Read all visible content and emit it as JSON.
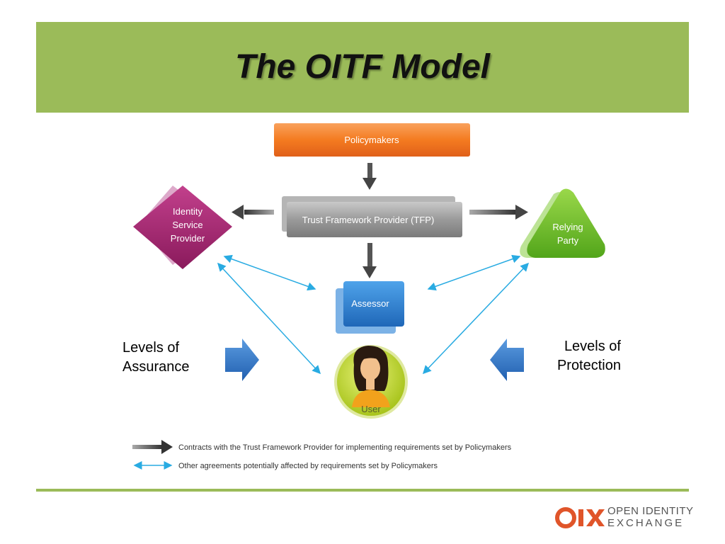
{
  "title": "The OITF Model",
  "nodes": {
    "policymakers": "Policymakers",
    "tfp": "Trust Framework Provider (TFP)",
    "idp_line1": "Identity",
    "idp_line2": "Service",
    "idp_line3": "Provider",
    "rp_line1": "Relying",
    "rp_line2": "Party",
    "assessor": "Assessor",
    "user": "User"
  },
  "side_labels": {
    "left_line1": "Levels of",
    "left_line2": "Assurance",
    "right_line1": "Levels of",
    "right_line2": "Protection"
  },
  "legend": {
    "contracts": "Contracts with the Trust Framework Provider for implementing requirements set by Policymakers",
    "other": "Other agreements potentially affected by requirements set by Policymakers"
  },
  "logo": {
    "mark": "OIX",
    "line1": "OPEN IDENTITY",
    "line2": "EXCHANGE"
  },
  "colors": {
    "header": "#9bbb59",
    "policymakers": "#f47b20",
    "idp": "#a0226e",
    "relying_party": "#6abf2a",
    "assessor": "#2a7fd0",
    "user": "#b8d433",
    "agreements_arrow": "#29abe2",
    "logo_accent": "#e0552a"
  }
}
